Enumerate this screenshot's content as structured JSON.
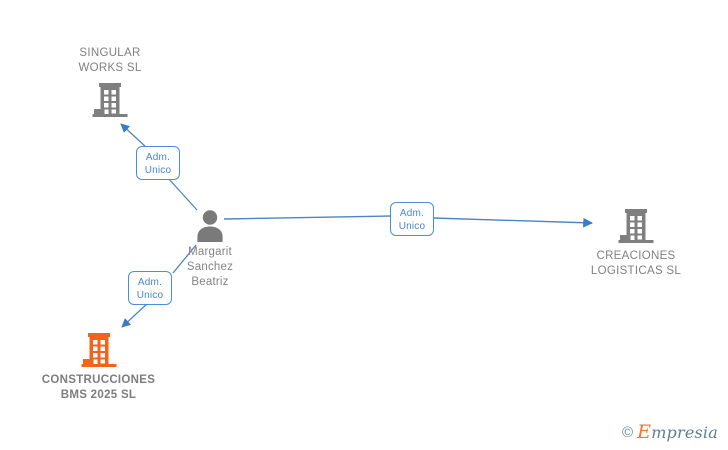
{
  "diagram": {
    "type": "corporate-relationship-graph",
    "background": "#ffffff",
    "colors": {
      "edge": "#4a86c8",
      "badge_border": "#4a90d9",
      "badge_text": "#4a86c8",
      "company_gray": "#808080",
      "company_highlight": "#f4631e",
      "person_gray": "#7a7a7a",
      "label_text": "#808080"
    },
    "nodes": [
      {
        "id": "singular-works",
        "kind": "company",
        "icon": "building-icon",
        "color": "#7f7f7f",
        "label": "SINGULAR\nWORKS  SL",
        "label_position": "above",
        "bold": false
      },
      {
        "id": "margarit-sanchez-beatriz",
        "kind": "person",
        "icon": "person-icon",
        "color": "#7a7a7a",
        "label": "Margarit\nSanchez\nBeatriz",
        "label_position": "below",
        "bold": false
      },
      {
        "id": "creaciones-logisticas",
        "kind": "company",
        "icon": "building-icon",
        "color": "#7f7f7f",
        "label": "CREACIONES\nLOGISTICAS  SL",
        "label_position": "below",
        "bold": false
      },
      {
        "id": "construcciones-bms-2025",
        "kind": "company",
        "icon": "building-icon",
        "color": "#f4631e",
        "label": "CONSTRUCCIONES\nBMS 2025  SL",
        "label_position": "below",
        "bold": true
      }
    ],
    "edges": [
      {
        "id": "edge-to-singular-works",
        "from": "margarit-sanchez-beatriz",
        "to": "singular-works",
        "badge": "Adm.\nUnico"
      },
      {
        "id": "edge-to-creaciones-logisticas",
        "from": "margarit-sanchez-beatriz",
        "to": "creaciones-logisticas",
        "badge": "Adm.\nUnico"
      },
      {
        "id": "edge-to-construcciones-bms",
        "from": "margarit-sanchez-beatriz",
        "to": "construcciones-bms-2025",
        "badge": "Adm.\nUnico"
      }
    ]
  },
  "watermark": {
    "copyright": "©",
    "brand_first": "E",
    "brand_rest": "mpresia"
  }
}
